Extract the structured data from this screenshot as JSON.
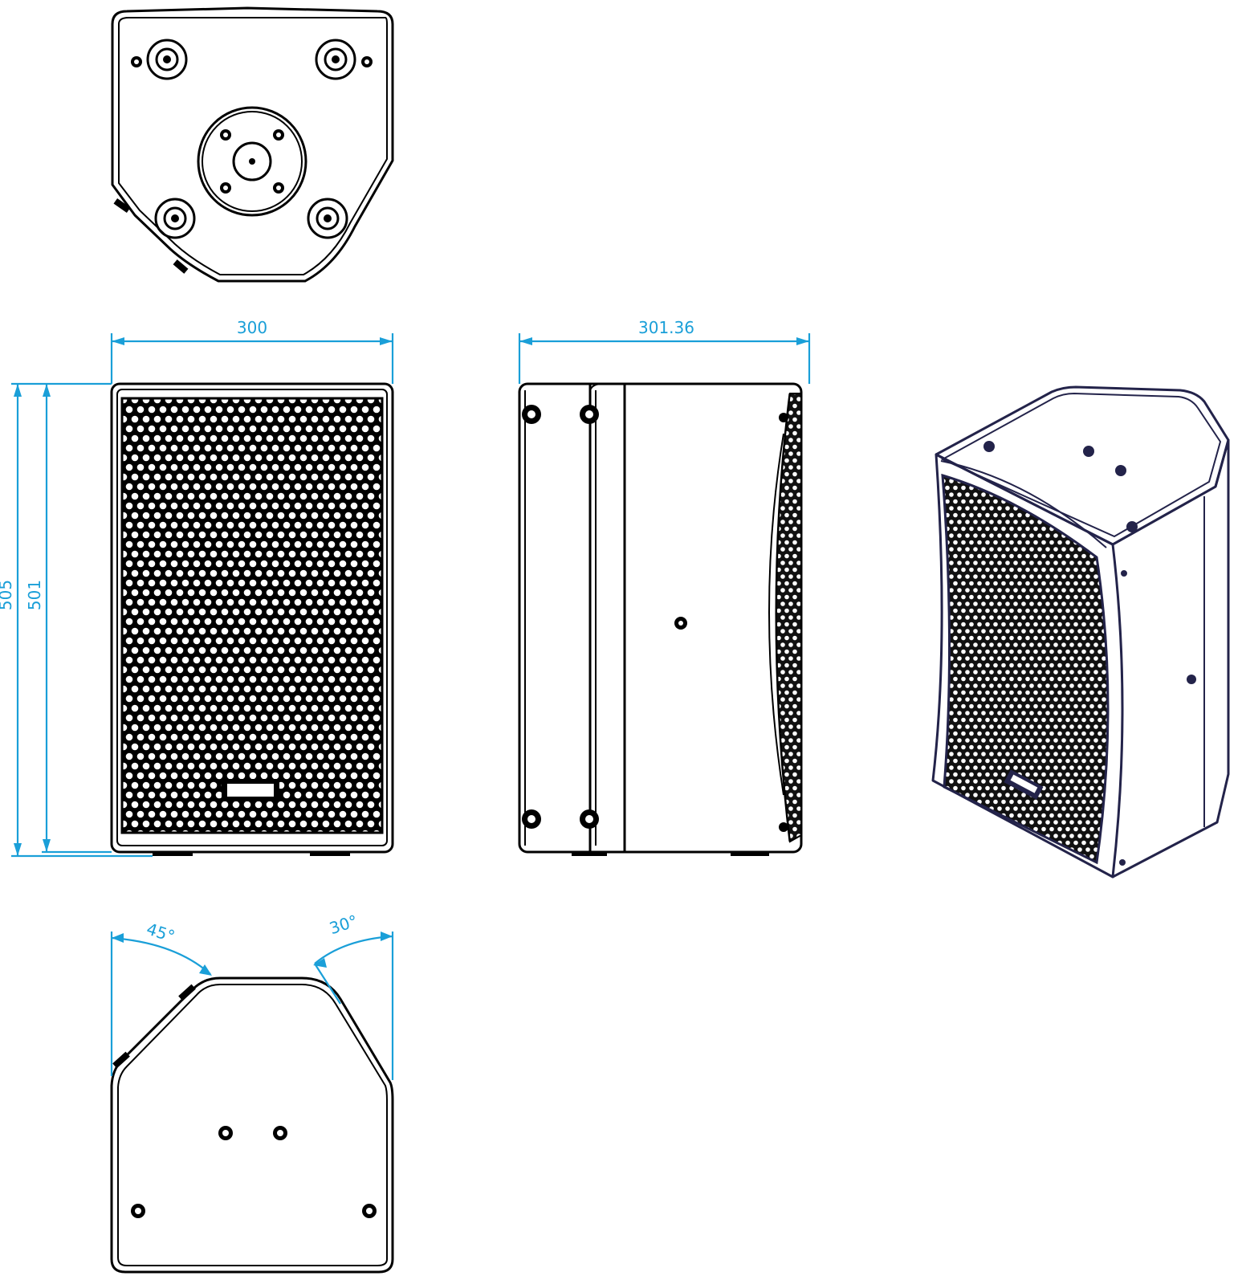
{
  "dimensions": {
    "width_front": "300",
    "depth_side": "301.36",
    "height_overall": "505",
    "height_front": "501",
    "angle_left": "45°",
    "angle_right": "30°"
  }
}
